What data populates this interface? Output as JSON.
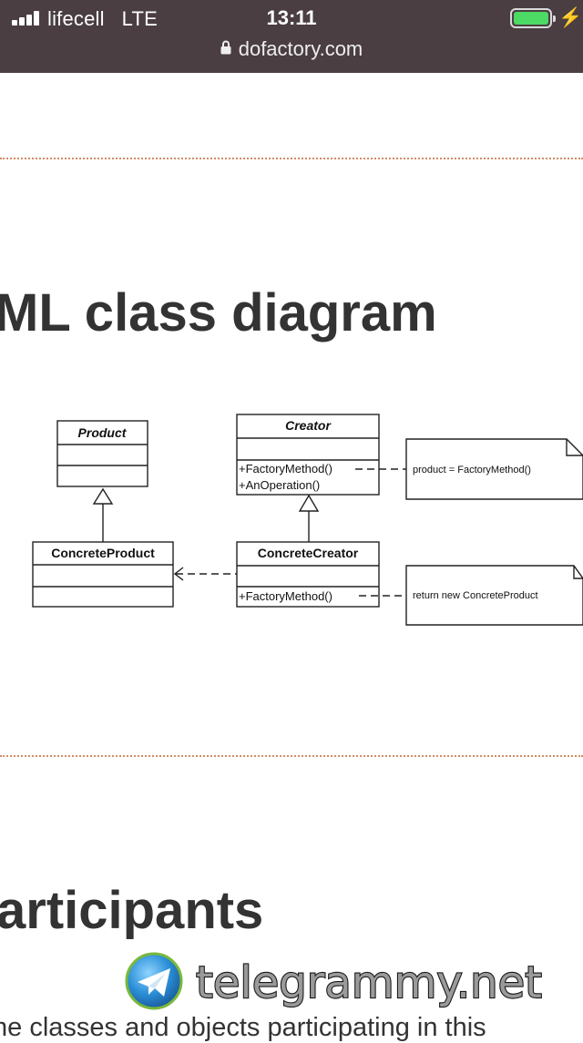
{
  "status_bar": {
    "carrier": "lifecell",
    "network": "LTE",
    "time": "13:11",
    "battery_level": 1.0,
    "icons": [
      "signal-bars-icon",
      "battery-icon",
      "charging-bolt-icon"
    ]
  },
  "browser": {
    "url": "dofactory.com",
    "lock_icon": "lock-icon"
  },
  "page": {
    "section_heading": "ML class diagram",
    "participants_heading": "articipants",
    "bottom_text": "he classes and objects participating in this"
  },
  "diagram": {
    "product": {
      "name": "Product"
    },
    "creator": {
      "name": "Creator",
      "methods": [
        "+FactoryMethod()",
        "+AnOperation()"
      ]
    },
    "concrete_product": {
      "name": "ConcreteProduct"
    },
    "concrete_creator": {
      "name": "ConcreteCreator",
      "methods": [
        "+FactoryMethod()"
      ]
    },
    "note_creator": "product = FactoryMethod()",
    "note_concrete_creator": "return new ConcreteProduct"
  },
  "watermark": {
    "text": "telegrammy.net"
  },
  "colors": {
    "status_bar_bg": "#4a3e42",
    "separator": "#d38b64",
    "heading": "#333333",
    "battery": "#4cd964"
  }
}
